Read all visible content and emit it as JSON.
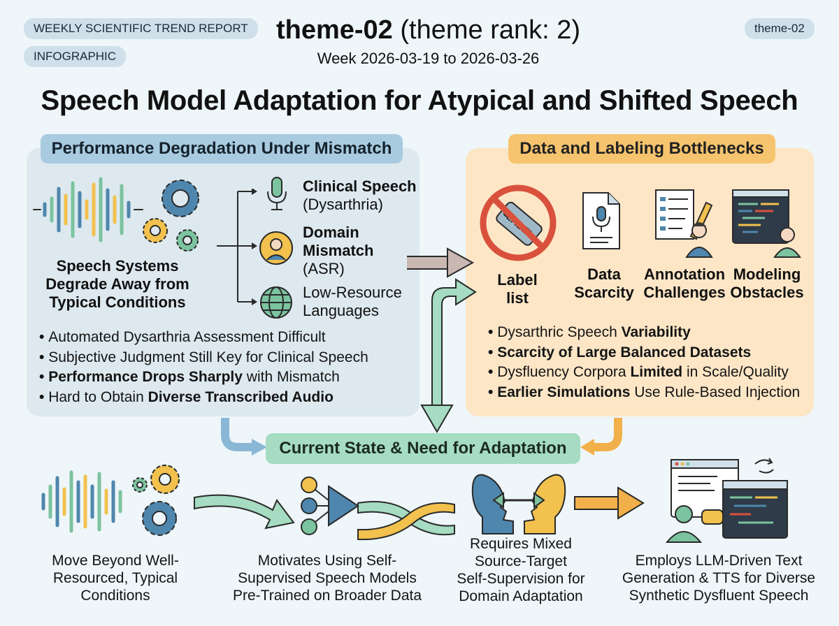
{
  "header": {
    "report_label": "WEEKLY SCIENTIFIC TREND REPORT",
    "type_label": "INFOGRAPHIC",
    "theme_badge": "theme-02",
    "theme_id": "theme-02",
    "theme_rank": "(theme rank: 2)",
    "week": "Week 2026-03-19 to 2026-03-26"
  },
  "main_title": "Speech Model Adaptation for Atypical and Shifted Speech",
  "left_panel": {
    "title": "Performance Degradation Under Mismatch",
    "system_caption": [
      "Speech Systems",
      "Degrade Away from",
      "Typical Conditions"
    ],
    "items": [
      {
        "icon": "microphone-icon",
        "bold": "Clinical Speech",
        "rest": "(Dysarthria)"
      },
      {
        "icon": "person-icon",
        "bold_lines": [
          "Domain",
          "Mismatch"
        ],
        "rest": "(ASR)"
      },
      {
        "icon": "globe-icon",
        "lines": [
          "Low-Resource",
          "Languages"
        ]
      }
    ],
    "bullets": [
      {
        "pre": "Automated Dysarthria Assessment Difficult",
        "bold": "",
        "post": ""
      },
      {
        "pre": "Subjective Judgment Still Key for Clinical Speech",
        "bold": "",
        "post": ""
      },
      {
        "pre": "",
        "bold": "Performance Drops Sharply",
        "post": " with Mismatch"
      },
      {
        "pre": "Hard to Obtain ",
        "bold": "Diverse Transcribed Audio",
        "post": ""
      }
    ]
  },
  "right_panel": {
    "title": "Data and Labeling Bottlenecks",
    "icon_tag_text": "LABEL",
    "icons": [
      {
        "icon": "no-label-icon",
        "lines": [
          "Label",
          "list"
        ]
      },
      {
        "icon": "audio-document-icon",
        "lines": [
          "Data",
          "Scarcity"
        ]
      },
      {
        "icon": "annotation-icon",
        "lines": [
          "Annotation",
          "Challenges"
        ]
      },
      {
        "icon": "code-screen-icon",
        "lines": [
          "Modeling",
          "Obstacles"
        ]
      }
    ],
    "bullets": [
      {
        "pre": "Dysarthric Speech ",
        "bold": "Variability",
        "post": ""
      },
      {
        "pre": "",
        "bold": "Scarcity of Large Balanced Datasets",
        "post": ""
      },
      {
        "pre": "Dysfluency Corpora ",
        "bold": "Limited",
        "post": " in Scale/Quality"
      },
      {
        "pre": "",
        "bold": "Earlier Simulations",
        "post": " Use Rule-Based Injection"
      }
    ]
  },
  "middle_label": "Current State & Need for Adaptation",
  "bottom_steps": [
    {
      "icon": "waveform-gears-icon",
      "lines": [
        "Move Beyond Well-",
        "Resourced, Typical",
        "Conditions"
      ]
    },
    {
      "icon": "neural-network-icon",
      "lines": [
        "Motivates Using Self-",
        "Supervised Speech Models",
        "Pre-Trained on Broader Data"
      ]
    },
    {
      "icon": "heads-exchange-icon",
      "lines": [
        "Requires Mixed",
        "Source-Target",
        "Self-Supervision for",
        "Domain Adaptation"
      ]
    },
    {
      "icon": "llm-tts-screens-icon",
      "lines": [
        "Employs LLM-Driven Text",
        "Generation & TTS for Diverse",
        "Synthetic Dysfluent Speech"
      ]
    }
  ],
  "colors": {
    "background": "#eef6f9",
    "left_panel": "#dde9ef",
    "right_panel": "#fce6c6",
    "blue": "#4f86ad",
    "orange": "#f2b04a",
    "green": "#7cc39f",
    "gold": "#f2c14e"
  }
}
